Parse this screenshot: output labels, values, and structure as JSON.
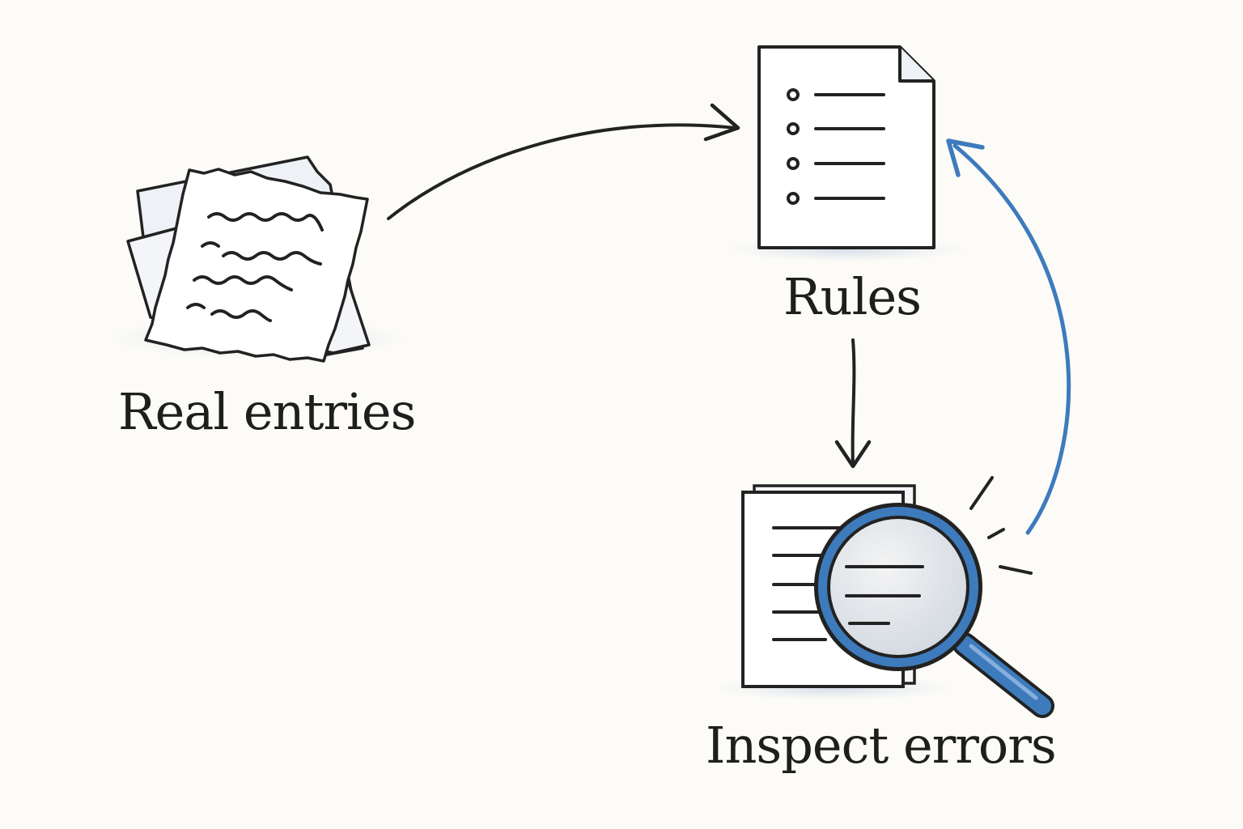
{
  "nodes": {
    "real_entries": {
      "label": "Real entries",
      "icon": "stacked-papers-icon"
    },
    "rules": {
      "label": "Rules",
      "icon": "checklist-document-icon"
    },
    "inspect_errors": {
      "label": "Inspect errors",
      "icon": "magnifier-document-icon"
    }
  },
  "edges": [
    {
      "from": "real_entries",
      "to": "rules",
      "color": "#222222"
    },
    {
      "from": "rules",
      "to": "inspect_errors",
      "color": "#222222"
    },
    {
      "from": "inspect_errors",
      "to": "rules",
      "color": "#3e7bbd"
    }
  ],
  "colors": {
    "background": "#fcfbf7",
    "ink": "#222222",
    "accent_blue": "#3e7bbd",
    "shadow": "#d9e1ea"
  }
}
